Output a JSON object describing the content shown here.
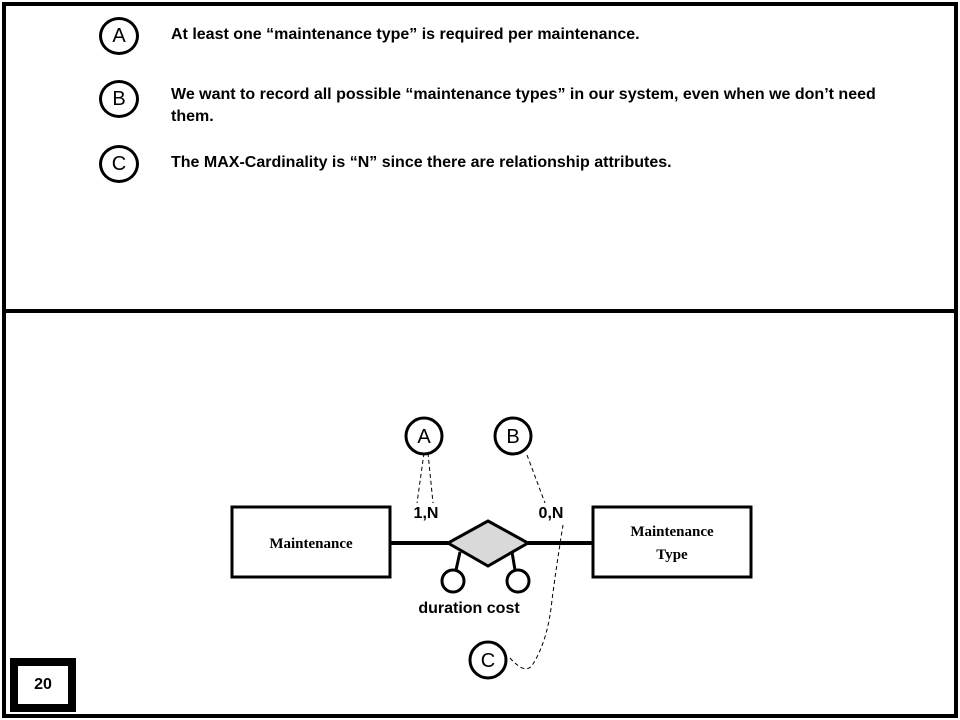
{
  "options": [
    {
      "letter": "A",
      "text": "At least one “maintenance type” is required per maintenance."
    },
    {
      "letter": "B",
      "text": "We want to record all possible “maintenance types” in our system, even when we don’t need them."
    },
    {
      "letter": "C",
      "text": "The MAX-Cardinality is “N” since there are relationship attributes."
    }
  ],
  "diagram": {
    "entity_left": "Maintenance",
    "entity_right_line1": "Maintenance",
    "entity_right_line2": "Type",
    "cardinality_left": "1,N",
    "cardinality_right": "0,N",
    "attributes_label": "duration cost",
    "marker_a": "A",
    "marker_b": "B",
    "marker_c": "C",
    "relationship_fill": "#d9d9d9"
  },
  "page_number": "20"
}
